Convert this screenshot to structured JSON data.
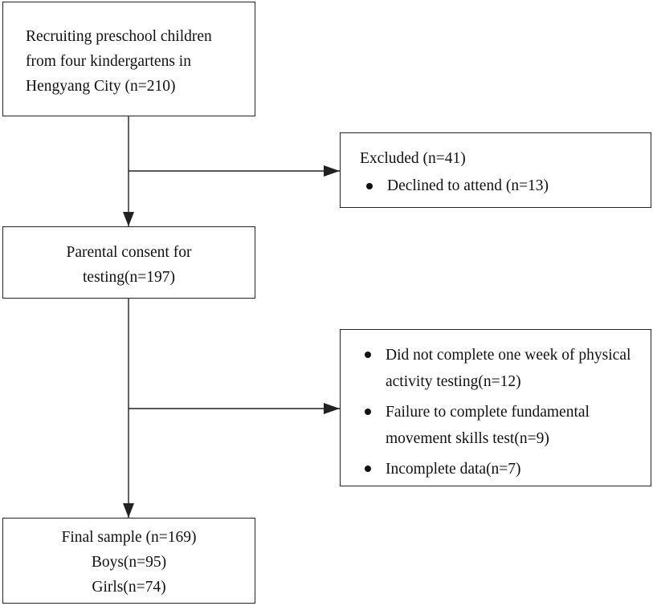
{
  "boxes": {
    "recruit": {
      "lines": [
        "Recruiting preschool children",
        "from four kindergartens in",
        "Hengyang City (n=210)"
      ]
    },
    "excluded": {
      "heading": "Excluded (n=41)",
      "items": [
        "Declined to attend (n=13)"
      ]
    },
    "consent": {
      "lines": [
        "Parental consent for",
        "testing(n=197)"
      ]
    },
    "reasons": {
      "items": [
        "Did not complete one week of physical activity testing(n=12)",
        "Failure to complete fundamental movement skills test(n=9)",
        "Incomplete data(n=7)"
      ]
    },
    "final": {
      "lines": [
        "Final sample (n=169)",
        "Boys(n=95)",
        "Girls(n=74)"
      ]
    }
  },
  "colors": {
    "stroke": "#222222",
    "text": "#111111",
    "background": "#ffffff"
  }
}
